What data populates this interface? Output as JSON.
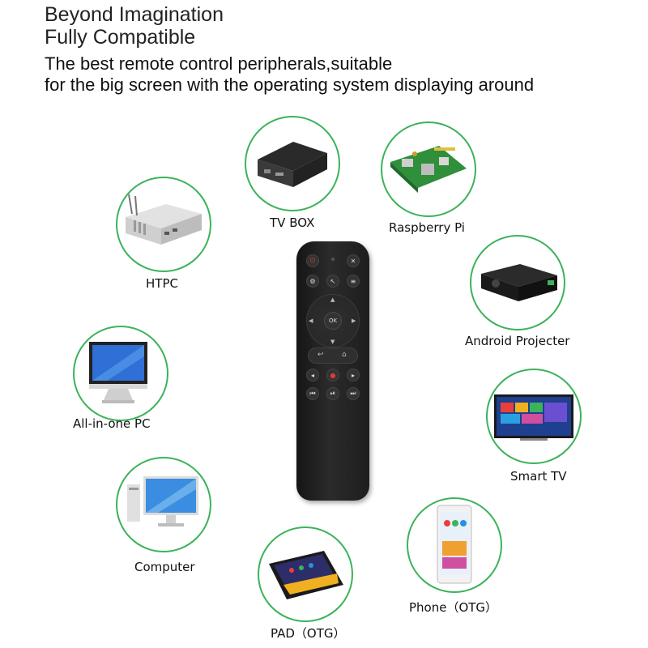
{
  "headline": {
    "line1": "Beyond Imagination",
    "line2": "Fully Compatible"
  },
  "subheadline": {
    "line1": "The best remote control peripherals,suitable",
    "line2": "for the big screen with the operating system displaying around"
  },
  "devices": {
    "tv_box": "TV BOX",
    "raspberry_pi": "Raspberry Pi",
    "htpc": "HTPC",
    "android_projector": "Android Projecter",
    "all_in_one_pc": "All-in-one PC",
    "smart_tv": "Smart TV",
    "computer": "Computer",
    "phone": "Phone（OTG）",
    "pad": "PAD（OTG）"
  },
  "remote": {
    "ok_label": "OK"
  },
  "colors": {
    "ring": "#3cb35a",
    "remote_body": "#1f1f1f",
    "power_button": "#e23b3b",
    "mic_button": "#e23b3b"
  }
}
